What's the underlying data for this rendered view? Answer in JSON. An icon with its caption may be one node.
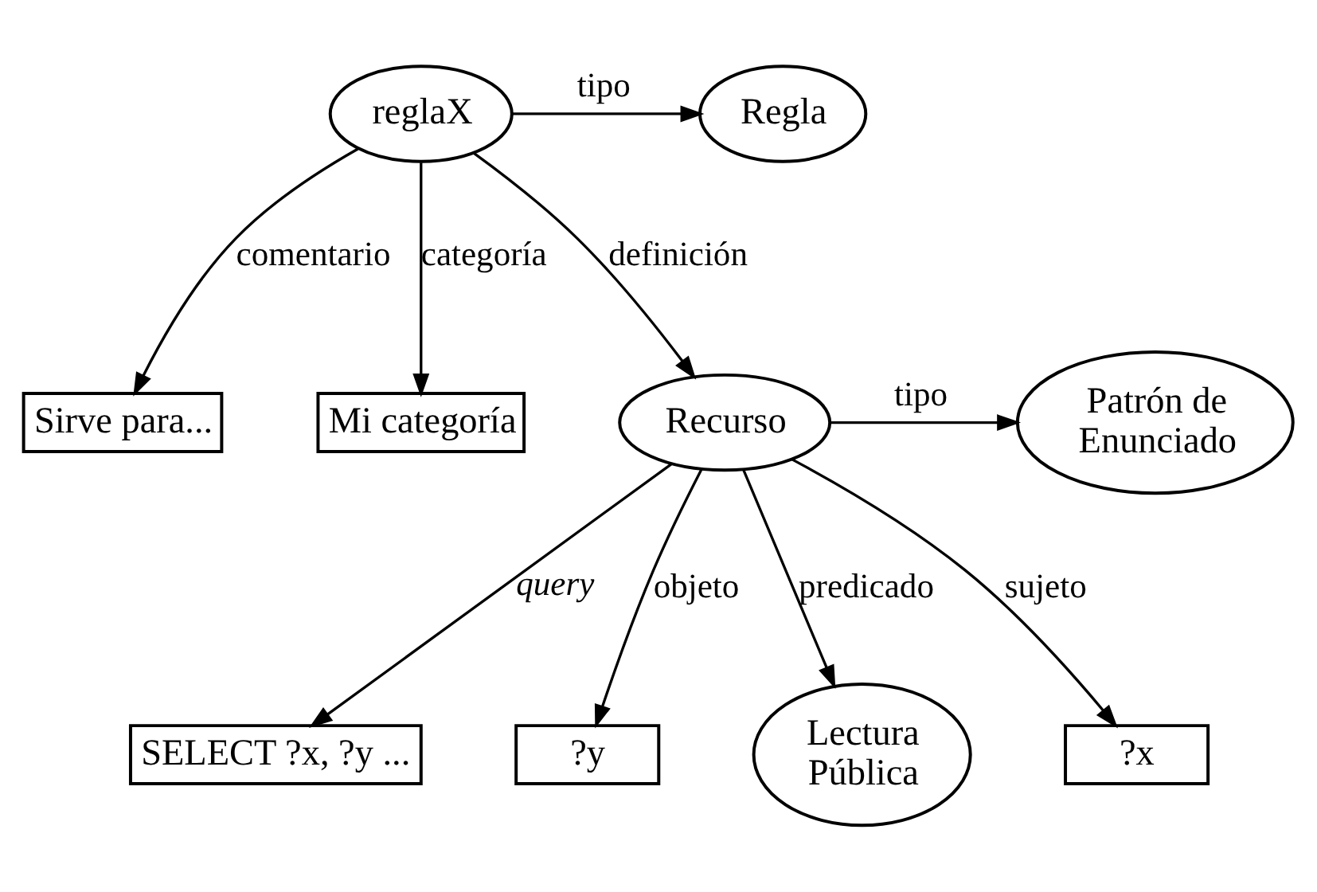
{
  "diagram": {
    "nodes": [
      {
        "text": [
          "reglaX"
        ]
      },
      {
        "text": [
          "Regla"
        ]
      },
      {
        "text": [
          "Sirve para..."
        ]
      },
      {
        "text": [
          "Mi categoría"
        ]
      },
      {
        "text": [
          "Recurso"
        ]
      },
      {
        "text": [
          "SELECT ?x, ?y ..."
        ]
      },
      {
        "text": [
          "Patrón de Enunciado"
        ]
      },
      {
        "text": [
          "?y"
        ]
      },
      {
        "text": [
          "Lectura Pública"
        ]
      },
      {
        "text": [
          "?x"
        ]
      }
    ],
    "edges": [
      {
        "from": 0,
        "to": 1,
        "arrow": "to",
        "label": "tipo"
      },
      {
        "from": 0,
        "to": 2,
        "arrow": "to",
        "label": "comentario"
      },
      {
        "from": 0,
        "to": 3,
        "arrow": "to",
        "label": "categoría"
      },
      {
        "from": 0,
        "to": 4,
        "arrow": "to",
        "label": "definición"
      },
      {
        "from": 4,
        "to": 5,
        "arrow": "to",
        "label": "*query*"
      },
      {
        "from": 4,
        "to": 6,
        "arrow": "to",
        "label": "tipo"
      },
      {
        "from": 4,
        "to": 7,
        "arrow": "to",
        "label": "objeto"
      },
      {
        "from": 4,
        "to": 8,
        "arrow": "to",
        "label": "predicado"
      },
      {
        "from": 4,
        "to": 9,
        "arrow": "to",
        "label": "sujeto"
      }
    ]
  }
}
